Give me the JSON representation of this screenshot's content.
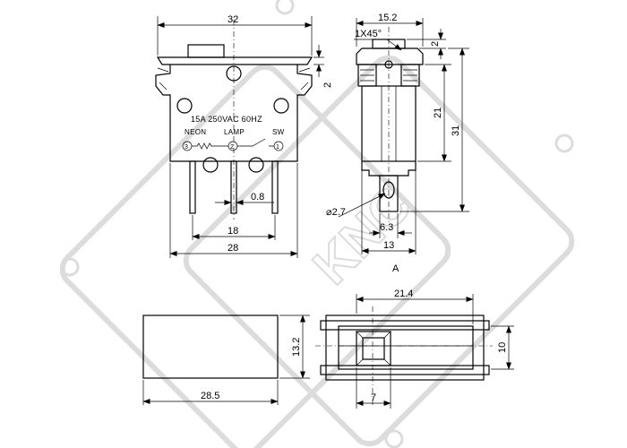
{
  "front_view": {
    "width_top": "32",
    "height_offset": "2",
    "rating": "15A 250VAC 60HZ",
    "terminals": [
      {
        "name": "NEON",
        "number": "3"
      },
      {
        "name": "LAMP",
        "number": "2"
      },
      {
        "name": "SW",
        "number": "1"
      }
    ],
    "pin_width": "0.8",
    "pin_span": "18",
    "width_bottom": "28"
  },
  "side_view": {
    "width": "15.2",
    "chamfer": "1X45°",
    "top_offset": "2",
    "height_body": "21",
    "height_total": "31",
    "hole_diameter": "⌀2.7",
    "pin_offset": "6.3",
    "width_bottom": "13",
    "view_label": "A"
  },
  "bottom_left_view": {
    "height": "13.2",
    "length": "28.5"
  },
  "bottom_right_view": {
    "length": "21.4",
    "height": "10",
    "inner_width": "7"
  },
  "watermark": {
    "text": "KNC"
  }
}
